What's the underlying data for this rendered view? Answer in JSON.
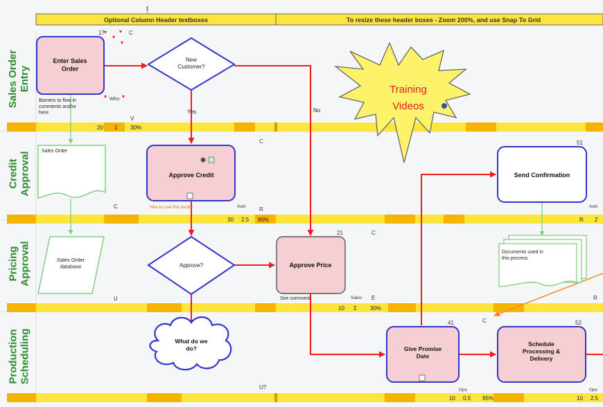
{
  "header": {
    "left": "Optional Column Header textboxes",
    "right": "To resize these header boxes - Zoom 200%, and use Snap To Grid",
    "marker": "1"
  },
  "lanes": [
    {
      "label": "Sales Order\nEntry"
    },
    {
      "label": "Credit\nApproval"
    },
    {
      "label": "Pricing\nApproval"
    },
    {
      "label": "Production\nScheduling"
    }
  ],
  "shapes": {
    "enter_sales_order": "Enter Sales\nOrder",
    "new_customer": "New\nCustomer?",
    "approve_credit": "Approve Credit",
    "approve": "Approve?",
    "what_do_we_do": "What do we\ndo?",
    "approve_price": "Approve Price",
    "give_promise_date": "Give Promise\nDate",
    "send_confirmation": "Send Confirmation",
    "schedule_processing": "Schedule\nProcessing &\nDelivery",
    "sales_order_doc": "Sales Order",
    "sales_order_db": "Sales Order\ndatabase",
    "documents": "Documents used in\nthis process"
  },
  "labels": {
    "yes": "Yes",
    "no": "No",
    "barriers": "Barriers to flow in\ncomments and/or\nhere",
    "who": "Who",
    "hire_note": "Hire to use this locale",
    "see_comment": "See comment"
  },
  "markers": {
    "num17": "17",
    "c1": "C",
    "c2": "C",
    "c3": "C",
    "c4": "C",
    "c5": "C",
    "r1": "R",
    "r2": "R",
    "e1": "E",
    "u1": "U",
    "u2": "U?",
    "v1": "V",
    "n21": "21",
    "n51": "51",
    "n41": "41",
    "n52": "52",
    "ops1": "Ops",
    "ops2": "Ops",
    "auto1": "Auto",
    "auto2": "Auto",
    "sales": "Sales"
  },
  "band_values": {
    "b1": [
      "20",
      "1",
      "30%"
    ],
    "b2": [
      "30",
      "2.5",
      "90%"
    ],
    "b2b": [
      "R",
      "2"
    ],
    "b3": [
      "10",
      "2",
      "30%"
    ],
    "b4": [
      "10",
      "0.5",
      "95%"
    ],
    "b4b": [
      "10",
      "2.5"
    ]
  },
  "callout": {
    "line1": "Training",
    "line2": "Videos"
  },
  "colors": {
    "accent_red": "#ee1c1c",
    "box_border": "#3333cc",
    "box_fill": "#f6cfd2",
    "lane_text": "#2e8b2e",
    "band_yellow": "#fde53d",
    "band_orange": "#f6b400",
    "connector_green": "#7fcf7f",
    "burst_fill": "#fdf36a",
    "callout_text": "#e02020"
  }
}
